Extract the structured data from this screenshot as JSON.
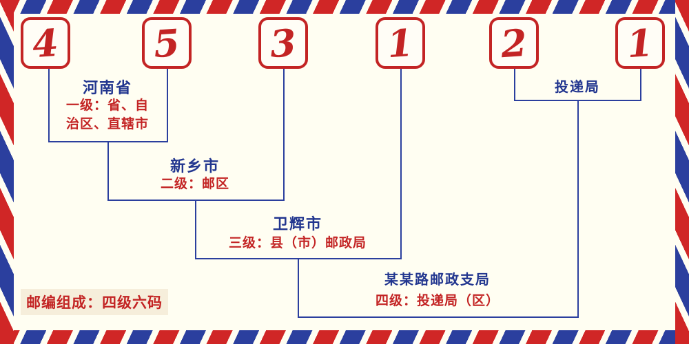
{
  "digits": [
    "4",
    "5",
    "3",
    "1",
    "2",
    "1"
  ],
  "annotations": {
    "level1": {
      "name": "河南省",
      "desc_line1": "一级：省、自",
      "desc_line2": "治区、直辖市"
    },
    "level2": {
      "name": "新乡市",
      "desc": "二级：邮区"
    },
    "level3": {
      "name": "卫辉市",
      "desc": "三级：县（市）邮政局"
    },
    "level4": {
      "name": "某某路邮政支局",
      "desc": "四级：投递局（区）"
    },
    "delivery": {
      "name": "投递局"
    }
  },
  "footer": {
    "text": "邮编组成：四级六码"
  },
  "colors": {
    "red": "#c32424",
    "blue": "#2b3f9e",
    "background": "#fffef2"
  }
}
